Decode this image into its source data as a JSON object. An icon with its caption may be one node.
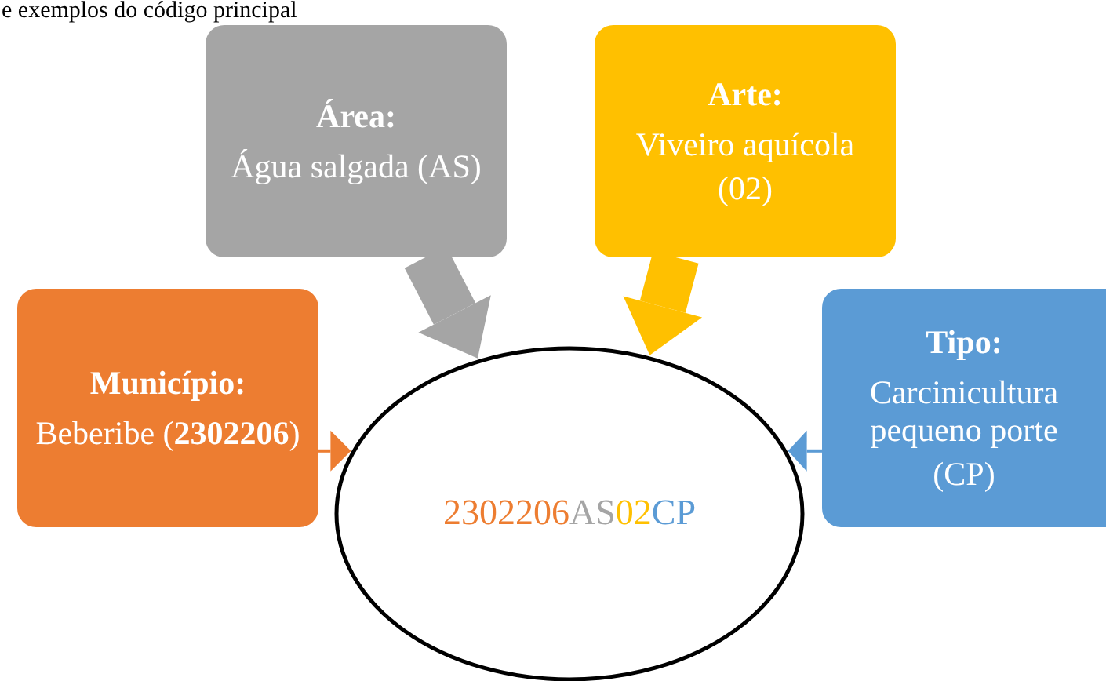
{
  "diagram": {
    "nodes": [
      {
        "text": [
          "Área:",
          "Água salgada (AS)"
        ]
      },
      {
        "text": [
          "Arte:",
          "Viveiro aquícola",
          "(02)"
        ]
      },
      {
        "text": [
          "Município:",
          "Beberibe (**2302206**)"
        ]
      },
      {
        "text": [
          "Tipo:",
          "Carcinicultura pequeno porte",
          "(CP)"
        ]
      },
      {
        "text": [
          "2302206AS02CP"
        ]
      }
    ],
    "edges": [
      {
        "from": 0,
        "to": 4,
        "arrow": "to",
        "style": "thick",
        "color": "#a5a5a5"
      },
      {
        "from": 1,
        "to": 4,
        "arrow": "to",
        "style": "thick",
        "color": "#ffc000"
      },
      {
        "from": 2,
        "to": 4,
        "arrow": "to",
        "color": "#ed7d31"
      },
      {
        "from": 3,
        "to": 4,
        "arrow": "to",
        "color": "#5b9bd5"
      }
    ],
    "labels": [
      "e exemplos do código principal"
    ]
  }
}
